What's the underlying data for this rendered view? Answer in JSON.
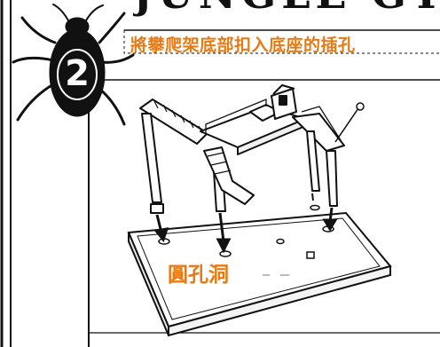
{
  "header": {
    "brand_text": "JUNGLE GYM"
  },
  "instruction": {
    "step_number": "2",
    "caption": "將攀爬架底部扣入底座的插孔"
  },
  "callouts": {
    "round_hole_label": "圓孔洞"
  },
  "colors": {
    "accent_text": "#e87a14",
    "ink": "#111111",
    "background": "#ffffff"
  },
  "icons": {
    "mascot": "beetle-icon",
    "arrows": "down-arrow-icon"
  }
}
